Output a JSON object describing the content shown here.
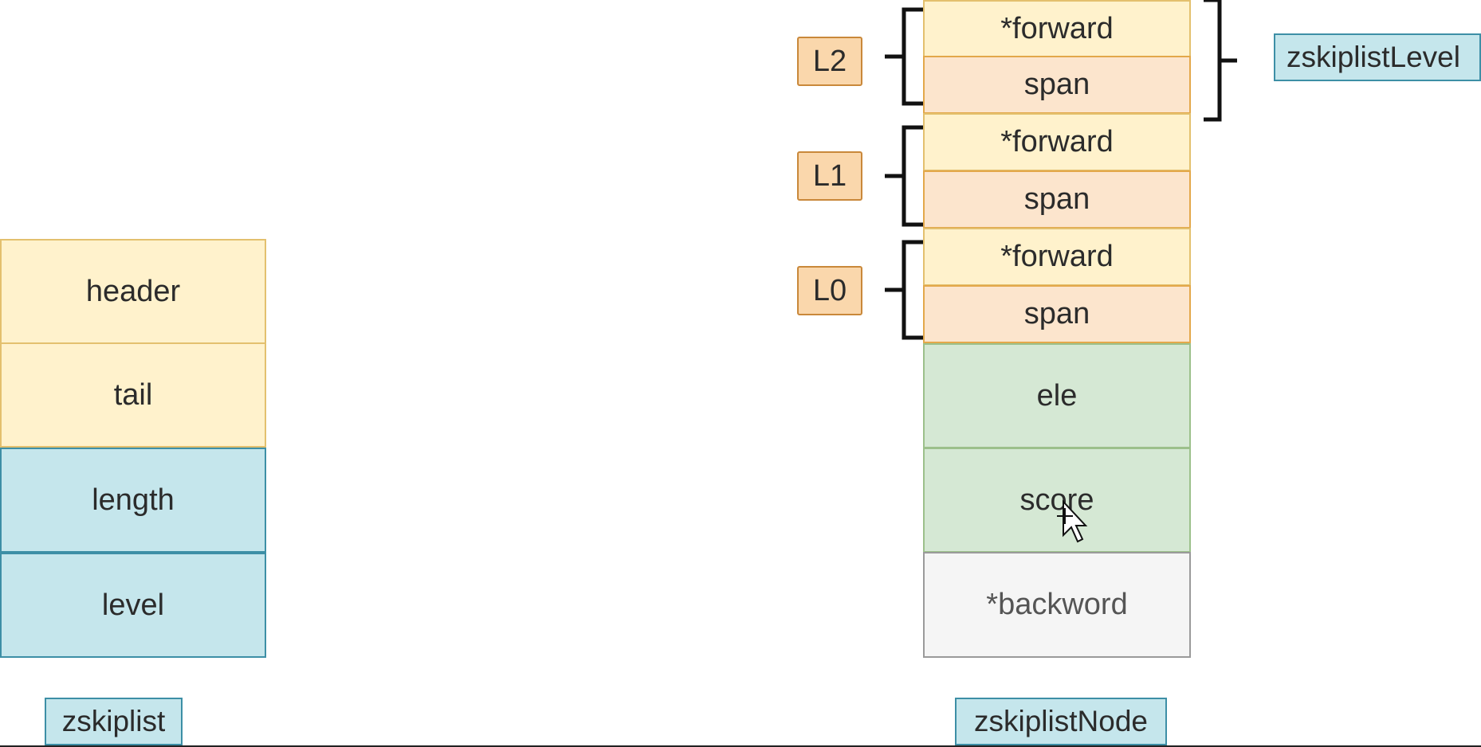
{
  "zskiplist": {
    "fields": [
      "header",
      "tail",
      "length",
      "level"
    ],
    "name": "zskiplist"
  },
  "zskiplistNode": {
    "levels": [
      {
        "tag": "L2",
        "forward": "*forward",
        "span": "span"
      },
      {
        "tag": "L1",
        "forward": "*forward",
        "span": "span"
      },
      {
        "tag": "L0",
        "forward": "*forward",
        "span": "span"
      }
    ],
    "ele": "ele",
    "score": "score",
    "backward": "*backword",
    "name": "zskiplistNode"
  },
  "zskiplistLevel": {
    "name": "zskiplistLevel"
  },
  "colors": {
    "header_fill": "#fff2cc",
    "span_fill": "#fce5cd",
    "teal_fill": "#c5e6ec",
    "green_fill": "#d5e8d4",
    "grey_fill": "#f5f5f5",
    "tag_fill": "#fad7ac"
  }
}
